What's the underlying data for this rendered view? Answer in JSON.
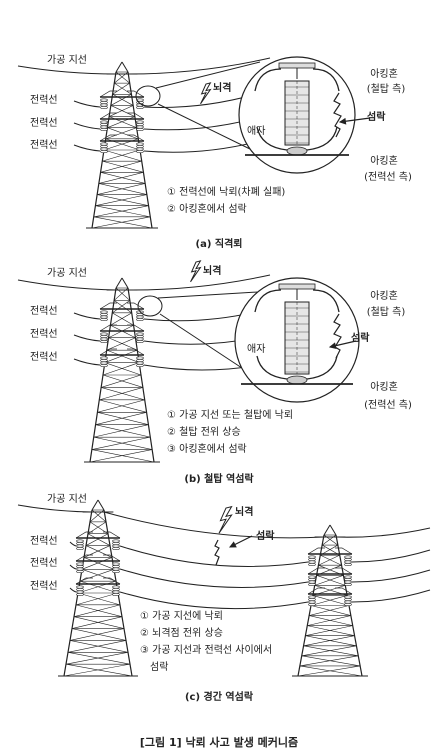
{
  "panel_a": {
    "ground_wire": "가공 지선",
    "conductors": [
      "전력선",
      "전력선",
      "전력선"
    ],
    "lightning": "뇌격",
    "insulator": "애자",
    "arcing_horn_top": "아킹혼",
    "arcing_horn_top_sub": "(철탑 측)",
    "flashover": "섬락",
    "arcing_horn_bottom": "아킹혼",
    "arcing_horn_bottom_sub": "(전력선 측)",
    "notes": [
      "① 전력선에 낙뢰(차폐 실패)",
      "② 아킹혼에서 섬락"
    ],
    "caption": "(a) 직격뢰"
  },
  "panel_b": {
    "ground_wire": "가공 지선",
    "lightning": "뇌격",
    "conductors": [
      "전력선",
      "전력선",
      "전력선"
    ],
    "insulator": "애자",
    "arcing_horn_top": "아킹혼",
    "arcing_horn_top_sub": "(철탑 측)",
    "flashover": "섬락",
    "arcing_horn_bottom": "아킹혼",
    "arcing_horn_bottom_sub": "(전력선 측)",
    "notes": [
      "① 가공 지선 또는 철탑에 낙뢰",
      "② 철탑 전위 상승",
      "③ 아킹혼에서 섬락"
    ],
    "caption": "(b) 철탑 역섬락"
  },
  "panel_c": {
    "ground_wire": "가공 지선",
    "lightning": "뇌격",
    "flashover": "섬락",
    "conductors": [
      "전력선",
      "전력선",
      "전력선"
    ],
    "notes": [
      "① 가공 지선에 낙뢰",
      "② 뇌격점 전위 상승",
      "③ 가공 지선과 전력선 사이에서",
      "섬락"
    ],
    "caption": "(c) 경간 역섬락"
  },
  "figure_title": "[그림 1] 낙뢰 사고 발생 메커니즘"
}
